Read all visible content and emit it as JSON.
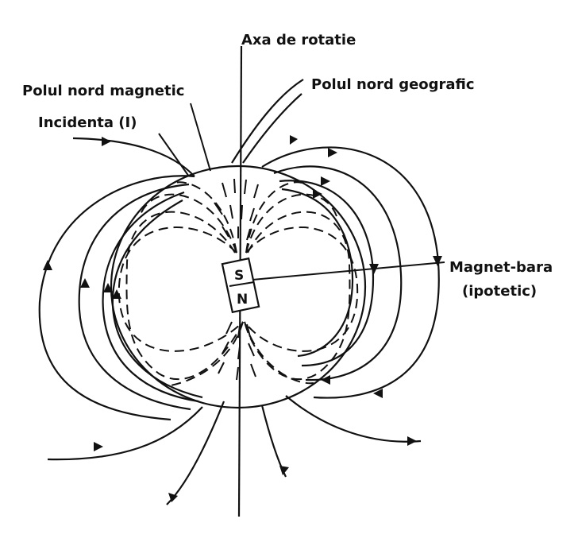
{
  "labels": {
    "axis": "Axa  de rotatie",
    "north_geographic": "Polul nord geografic",
    "north_magnetic": "Polul nord magnetic",
    "incidence": "Incidenta (I)",
    "magnet_line1": "Magnet-bara",
    "magnet_line2": "(ipotetic)",
    "pole_s": "S",
    "pole_n": "N"
  },
  "colors": {
    "ink": "#111111",
    "background": "#ffffff"
  }
}
